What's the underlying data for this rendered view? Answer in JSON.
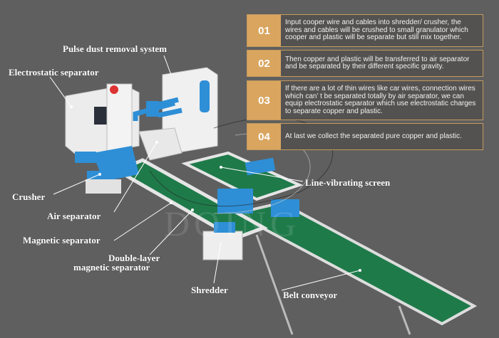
{
  "steps": [
    {
      "num": "01",
      "text": "Input cooper wire and cables into shredder/ crusher, the wires and cables will be crushed to small granulator which cooper and plastic will be separate but still mix together."
    },
    {
      "num": "02",
      "text": "Then copper and plastic will be transferred to air separator and be separated by their different specific gravity."
    },
    {
      "num": "03",
      "text": "If there are a lot of thin wires like car wires, connection wires which can’ t be separated totally by air separator, we can equip electrostatic separator which use electrostatic charges to separate copper and plastic."
    },
    {
      "num": "04",
      "text": "At last we collect the separated pure copper and plastic."
    }
  ],
  "labels": {
    "pulse": "Pulse dust removal system",
    "electro": "Electrostatic separator",
    "crusher": "Crusher",
    "air": "Air separator",
    "magnetic": "Magnetic separator",
    "double1": "Double-layer",
    "double2": "magnetic separator",
    "shredder": "Shredder",
    "belt": "Belt conveyor",
    "vibrating": "Line-vibrating screen"
  },
  "watermark": "DOING",
  "colors": {
    "background": "#5f5f5f",
    "accent": "#d9a55f",
    "machine_blue": "#2e8fd6",
    "belt_green": "#1f7a4a"
  }
}
